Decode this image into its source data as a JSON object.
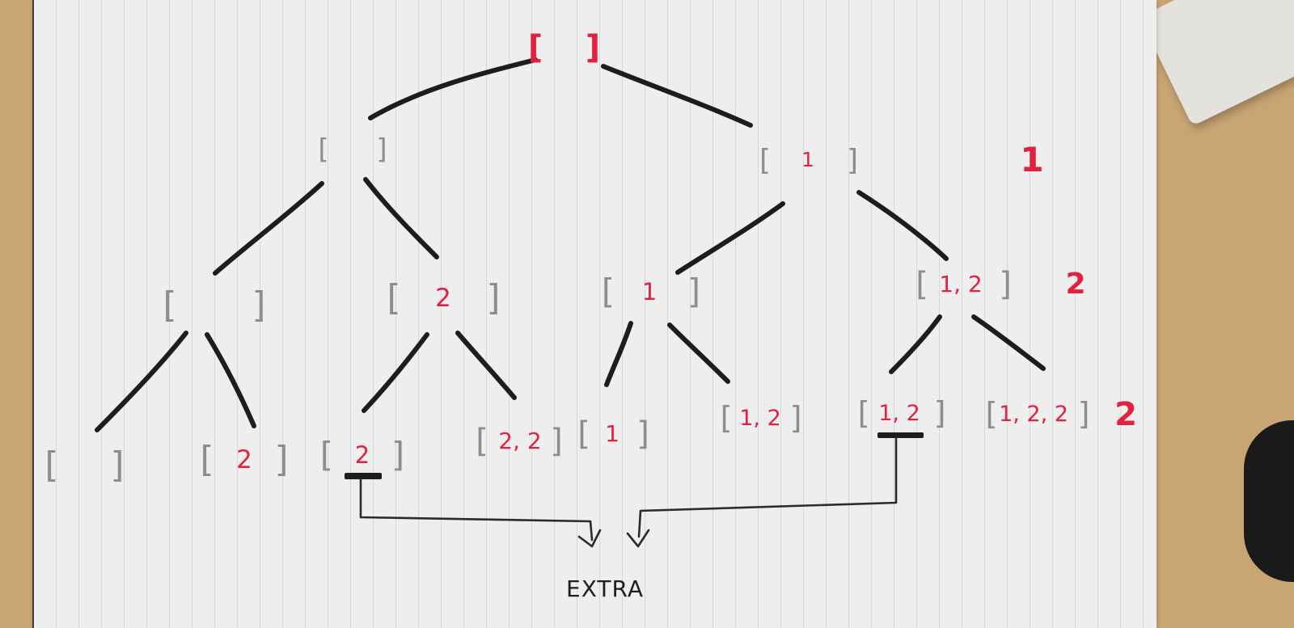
{
  "colors": {
    "bracket": "#8d8d8d",
    "number_red": "#e0223f",
    "edge": "#1d1d1d",
    "arrow": "#2b2b2b",
    "paper": "#eeeeef",
    "desk": "#c9a574"
  },
  "tree": {
    "root": {
      "open": "[",
      "value": "",
      "close": "]"
    },
    "level1": [
      {
        "open": "[",
        "value": "",
        "close": "]"
      },
      {
        "open": "[",
        "value": "1",
        "close": "]"
      }
    ],
    "level2": [
      {
        "open": "[",
        "value": "",
        "close": "]"
      },
      {
        "open": "[",
        "value": "2",
        "close": "]"
      },
      {
        "open": "[",
        "value": "1",
        "close": "]"
      },
      {
        "open": "[",
        "value": "1, 2",
        "close": "]"
      }
    ],
    "level3": [
      {
        "open": "[",
        "value": "",
        "close": "]"
      },
      {
        "open": "[",
        "value": "2",
        "close": "]"
      },
      {
        "open": "[",
        "value": "2",
        "close": "]"
      },
      {
        "open": "[",
        "value": "2, 2",
        "close": "]"
      },
      {
        "open": "[",
        "value": "1",
        "close": "]"
      },
      {
        "open": "[",
        "value": "1, 2",
        "close": "]"
      },
      {
        "open": "[",
        "value": "1, 2",
        "close": "]"
      },
      {
        "open": "[",
        "value": "1, 2, 2",
        "close": "]"
      }
    ]
  },
  "level_marks": [
    "1",
    "2",
    "2"
  ],
  "extra_label": "EXTRA"
}
